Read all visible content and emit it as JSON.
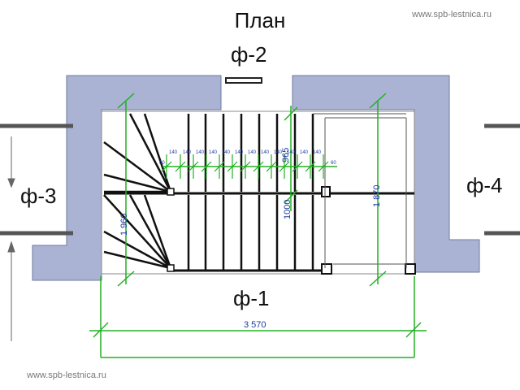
{
  "title": "План",
  "watermark_top": "www.spb-lestnica.ru",
  "watermark_bottom": "www.spb-lestnica.ru",
  "facades": {
    "f1": "ф-1",
    "f2": "ф-2",
    "f3": "ф-3",
    "f4": "ф-4"
  },
  "dimensions": {
    "total_width": "3 570",
    "left_depth": "1 960",
    "right_depth": "1 870",
    "landing": "1000",
    "mid": "965",
    "step_going": "140",
    "edge_small": "60"
  },
  "colors": {
    "wall": "#aab3d3",
    "wall_stroke": "#6e78a0",
    "dimension_line": "#22b022",
    "dimension_text": "#1a3aa0",
    "stair_line": "#111111"
  }
}
